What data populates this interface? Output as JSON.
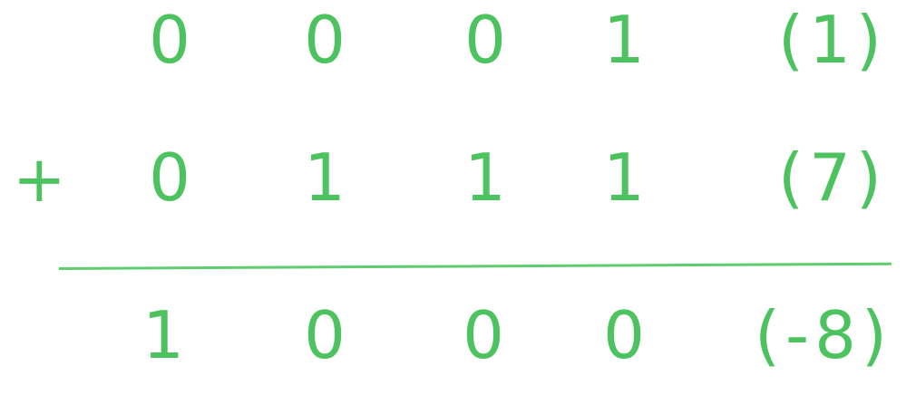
{
  "operator": "+",
  "rows": [
    {
      "bits": [
        "0",
        "0",
        "0",
        "1"
      ],
      "decimal": "(1)"
    },
    {
      "bits": [
        "0",
        "1",
        "1",
        "1"
      ],
      "decimal": "(7)"
    },
    {
      "bits": [
        "1",
        "0",
        "0",
        "0"
      ],
      "decimal": "(-8)"
    }
  ],
  "colors": {
    "text": "#4cc35f",
    "rule": "#5fcd6f",
    "background": "#ffffff"
  }
}
